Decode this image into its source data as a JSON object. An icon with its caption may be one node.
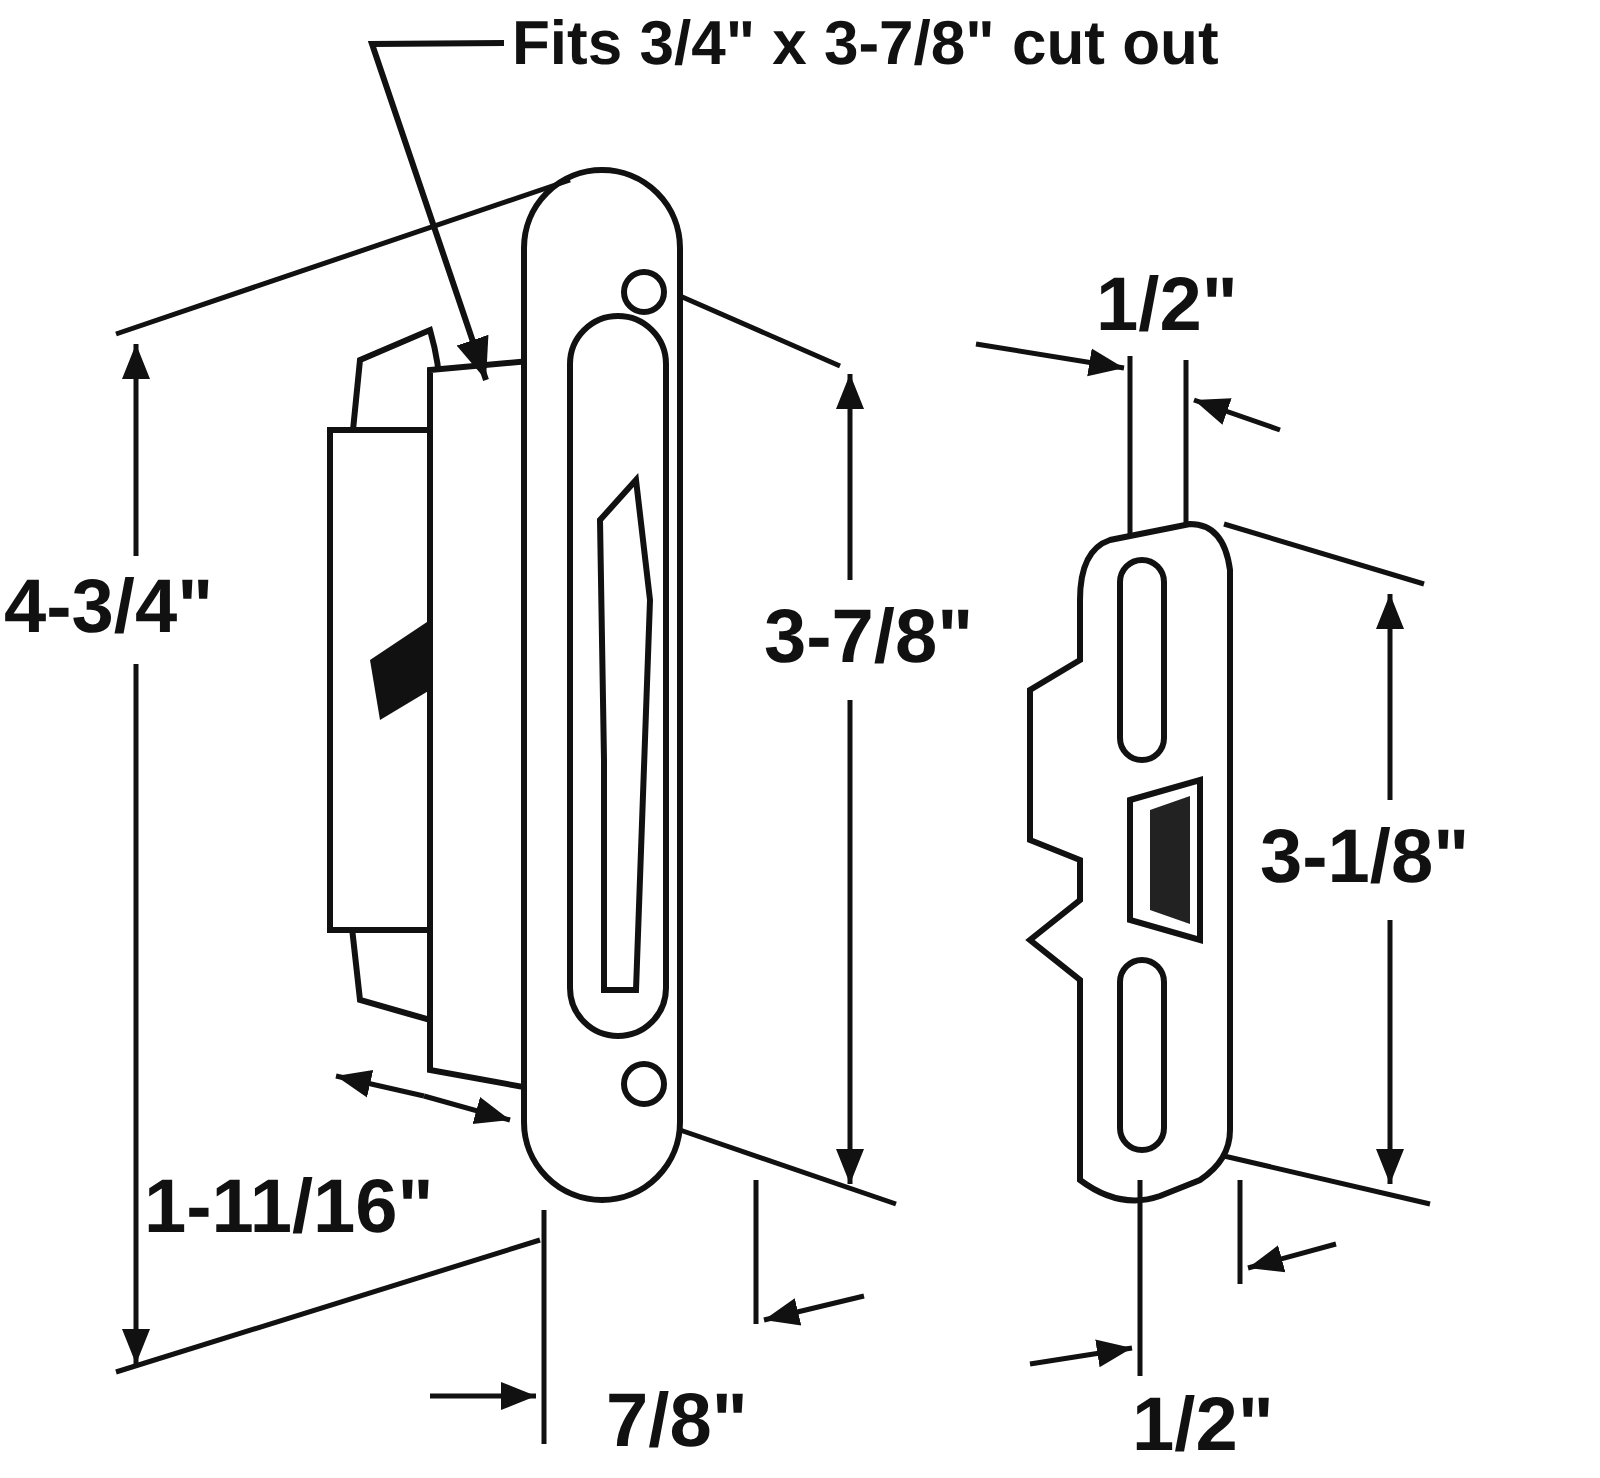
{
  "diagram": {
    "nodes": [
      {
        "text": [
          "Fits 3/4\" x 3-7/8\" cut out"
        ]
      },
      {
        "text": [],
        "shape": "picture"
      }
    ],
    "edges": [
      {
        "from": 0,
        "to": 1,
        "arrow": "to"
      }
    ],
    "labels": [
      "1/2\"",
      "4-3/4\"",
      "3-7/8\"",
      "3-1/8\"",
      "1-11/16\"",
      "7/8\"",
      "1/2\""
    ]
  }
}
